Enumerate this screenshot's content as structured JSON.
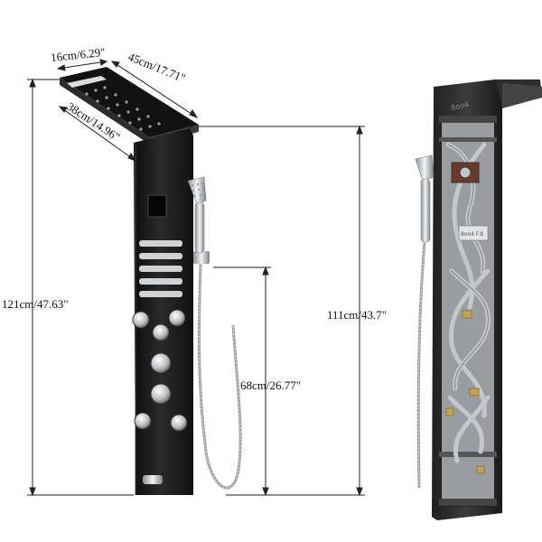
{
  "dimensions": {
    "head_width": "16cm/6.29\"",
    "head_length": "45cm/17.71\"",
    "head_depth": "38cm/14.96\"",
    "total_height": "121cm/47.63\"",
    "hose_height": "68cm/26.77\"",
    "body_height": "111cm/43.7\""
  },
  "colors": {
    "panel": "#1c1c1c",
    "panel_edge": "#3a3a3a",
    "chrome": "#cfd3d6",
    "hose": "#9aa0a6",
    "pipe": "#b8bcc0",
    "brass": "#c8a24a",
    "dimension_line": "#222222"
  }
}
